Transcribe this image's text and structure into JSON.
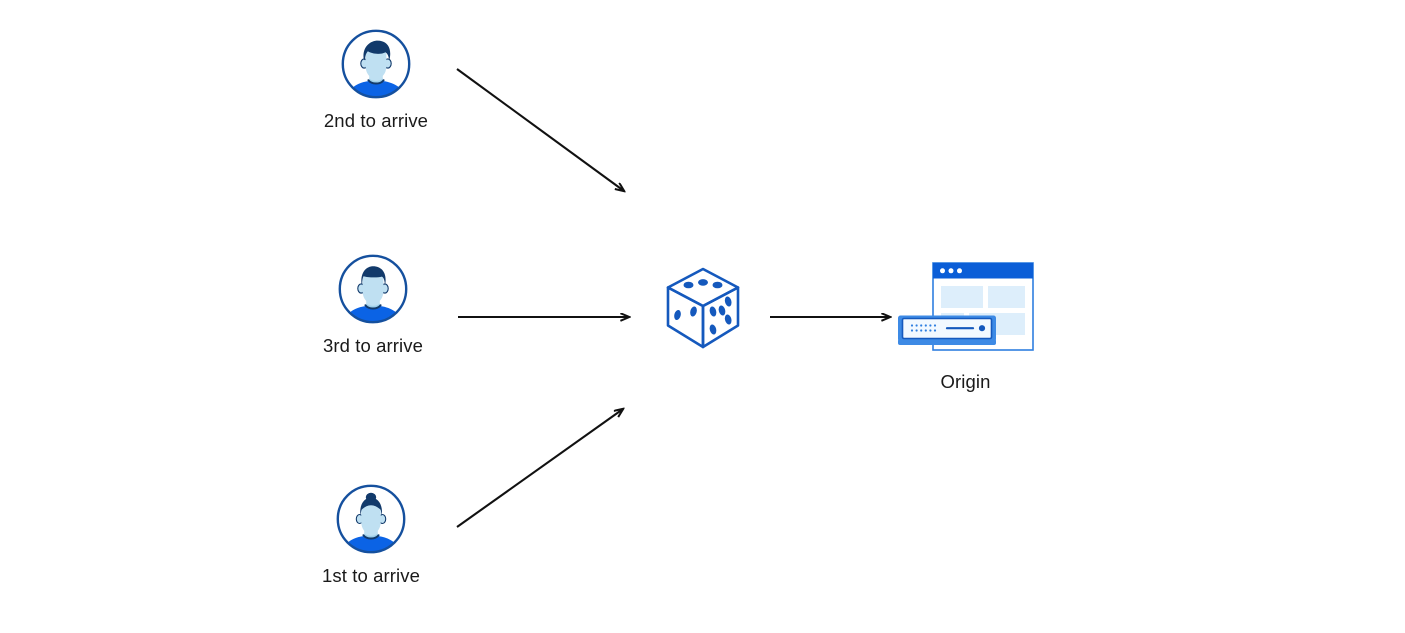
{
  "diagram": {
    "title": "Round-robin request distribution to origin",
    "background_color": "#ffffff",
    "text_color": "#1a1a1a",
    "accent_blue": "#0b5ed7",
    "deep_blue": "#15509e",
    "navy": "#123a6b",
    "pale_blue": "#bfe0f2",
    "arrow_color": "#111111"
  },
  "nodes": {
    "user_top": {
      "label": "2nd to arrive",
      "icon": "user-avatar-icon",
      "order": "2nd"
    },
    "user_mid": {
      "label": "3rd to arrive",
      "icon": "user-avatar-icon",
      "order": "3rd"
    },
    "user_bottom": {
      "label": "1st to arrive",
      "icon": "user-avatar-bun-icon",
      "order": "1st"
    },
    "randomizer": {
      "label": "",
      "icon": "dice-icon",
      "pips_top_face": 3,
      "pips_left_face": 2,
      "pips_right_face": 5
    },
    "origin": {
      "label": "Origin",
      "icon": "origin-server-icon",
      "browser_dots": 3
    }
  },
  "connections": [
    {
      "name": "arrow-user-top-to-dice",
      "from": "user_top",
      "to": "randomizer",
      "style": "diagonal-down"
    },
    {
      "name": "arrow-user-mid-to-dice",
      "from": "user_mid",
      "to": "randomizer",
      "style": "horizontal"
    },
    {
      "name": "arrow-user-bottom-to-dice",
      "from": "user_bottom",
      "to": "randomizer",
      "style": "diagonal-up"
    },
    {
      "name": "arrow-dice-to-origin",
      "from": "randomizer",
      "to": "origin",
      "style": "horizontal"
    }
  ]
}
